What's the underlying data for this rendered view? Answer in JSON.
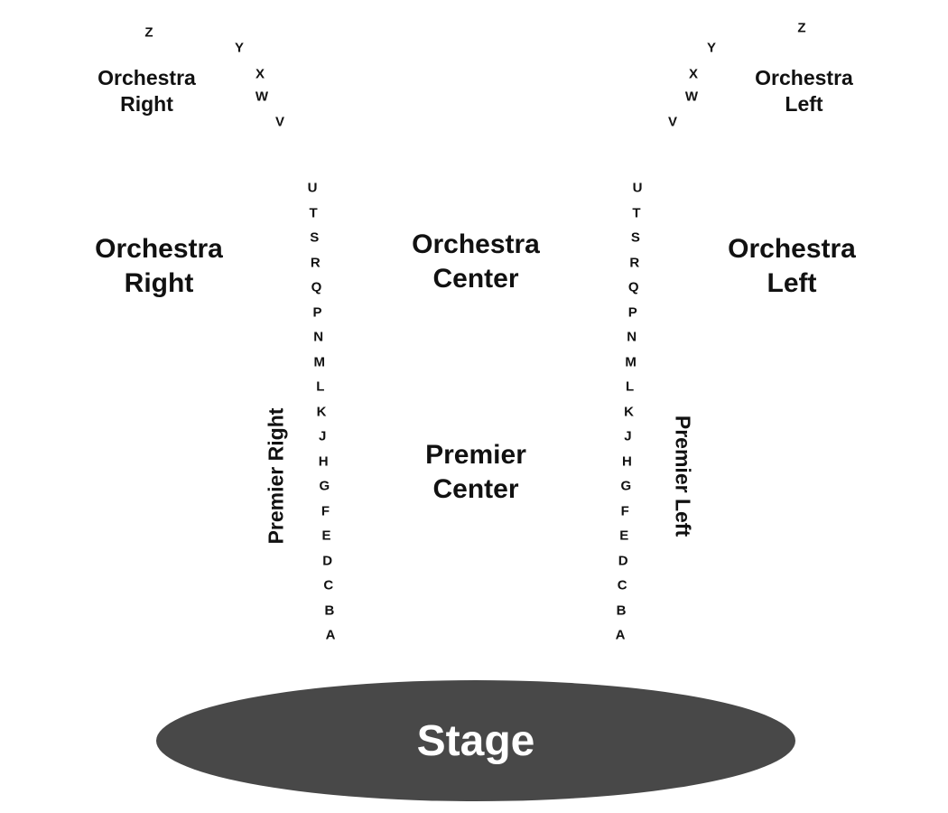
{
  "upper": {
    "right_label": [
      "Orchestra",
      "Right"
    ],
    "left_label": [
      "Orchestra",
      "Left"
    ],
    "right_rows": [
      "Z",
      "Y",
      "X",
      "W",
      "V"
    ],
    "left_rows": [
      "Z",
      "Y",
      "X",
      "W",
      "V"
    ]
  },
  "sections": {
    "orchestra_right": [
      "Orchestra",
      "Right"
    ],
    "orchestra_center": [
      "Orchestra",
      "Center"
    ],
    "orchestra_left": [
      "Orchestra",
      "Left"
    ],
    "premier_center": [
      "Premier",
      "Center"
    ],
    "premier_right": "Premier Right",
    "premier_left": "Premier Left"
  },
  "aisle_rows": [
    "U",
    "T",
    "S",
    "R",
    "Q",
    "P",
    "N",
    "M",
    "L",
    "K",
    "J",
    "H",
    "G",
    "F",
    "E",
    "D",
    "C",
    "B",
    "A"
  ],
  "stage": {
    "label": "Stage",
    "color": "#484848"
  }
}
